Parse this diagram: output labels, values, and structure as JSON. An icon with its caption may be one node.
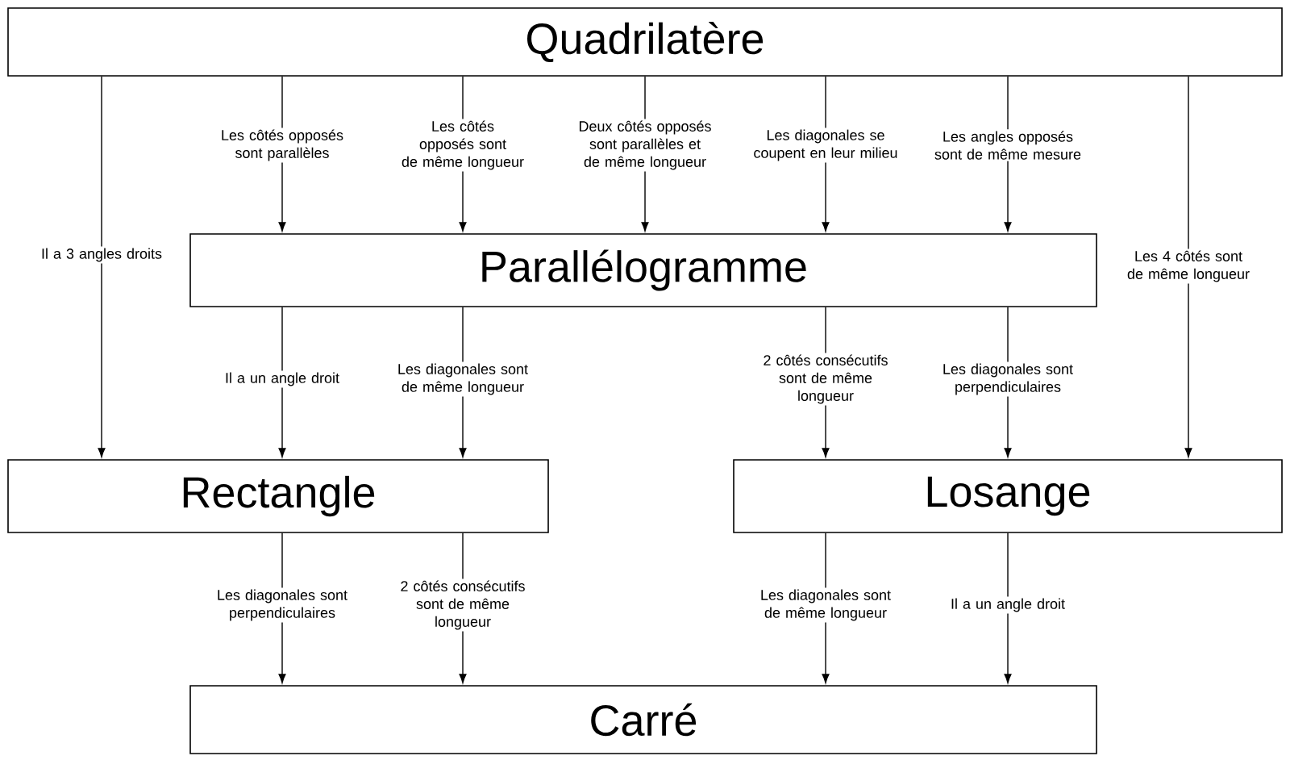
{
  "diagram": {
    "nodes": [
      {
        "text": [
          "Quadrilatère"
        ]
      },
      {
        "text": [
          "Parallélogramme"
        ]
      },
      {
        "text": [
          "Rectangle"
        ]
      },
      {
        "text": [
          "Losange"
        ]
      },
      {
        "text": [
          "Carré"
        ]
      }
    ],
    "edges": [
      {
        "from": 0,
        "to": 2,
        "arrow": "to",
        "label": "Il a 3 angles droits"
      },
      {
        "from": 0,
        "to": 1,
        "arrow": "to",
        "label": "Les côtés opposés sont parallèles"
      },
      {
        "from": 0,
        "to": 1,
        "arrow": "to",
        "label": "Les côtés opposés sont de même longueur"
      },
      {
        "from": 0,
        "to": 1,
        "arrow": "to",
        "label": "Deux côtés opposés sont parallèles et de même longueur"
      },
      {
        "from": 0,
        "to": 1,
        "arrow": "to",
        "label": "Les diagonales se coupent en leur milieu"
      },
      {
        "from": 0,
        "to": 1,
        "arrow": "to",
        "label": "Les angles opposés sont de même mesure"
      },
      {
        "from": 0,
        "to": 3,
        "arrow": "to",
        "label": "Les 4 côtés sont de même longueur"
      },
      {
        "from": 1,
        "to": 2,
        "arrow": "to",
        "label": "Il a un angle droit"
      },
      {
        "from": 1,
        "to": 2,
        "arrow": "to",
        "label": "Les diagonales sont de même longueur"
      },
      {
        "from": 1,
        "to": 3,
        "arrow": "to",
        "label": "2 côtés consécutifs sont de même longueur"
      },
      {
        "from": 1,
        "to": 3,
        "arrow": "to",
        "label": "Les diagonales sont perpendiculaires"
      },
      {
        "from": 2,
        "to": 4,
        "arrow": "to",
        "label": "Les diagonales sont perpendiculaires"
      },
      {
        "from": 2,
        "to": 4,
        "arrow": "to",
        "label": "2 côtés consécutifs sont de même longueur"
      },
      {
        "from": 3,
        "to": 4,
        "arrow": "to",
        "label": "Les diagonales sont de même longueur"
      },
      {
        "from": 3,
        "to": 4,
        "arrow": "to",
        "label": "Il a un angle droit"
      }
    ]
  }
}
